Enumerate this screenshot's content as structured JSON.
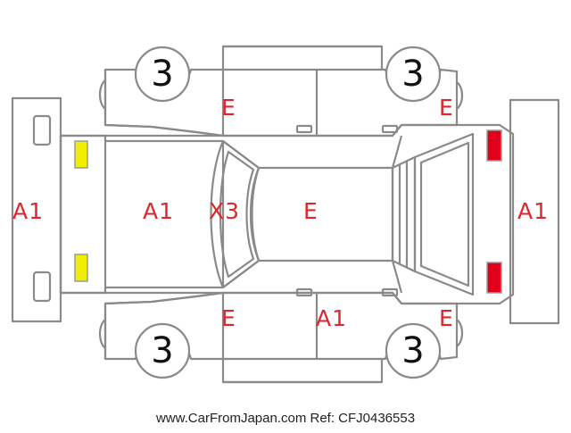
{
  "colors": {
    "outline": "#8a8a8a",
    "damage_text": "#e0252b",
    "front_lamp": "#f2ee00",
    "rear_lamp": "#e3001b",
    "lamp_border": "#9a9a9a"
  },
  "tires": {
    "front_left": "3",
    "rear_left": "3",
    "front_right": "3",
    "rear_right": "3"
  },
  "marks": {
    "front_bumper": "A1",
    "hood": "A1",
    "windshield": "X3",
    "roof": "E",
    "rear_bumper": "A1",
    "top_front_fender": "E",
    "top_rear_fender": "E",
    "bottom_front_fender": "E",
    "bottom_rear_door": "A1",
    "bottom_rear_fender": "E"
  },
  "footer": "www.CarFromJapan.com Ref: CFJ0436553"
}
